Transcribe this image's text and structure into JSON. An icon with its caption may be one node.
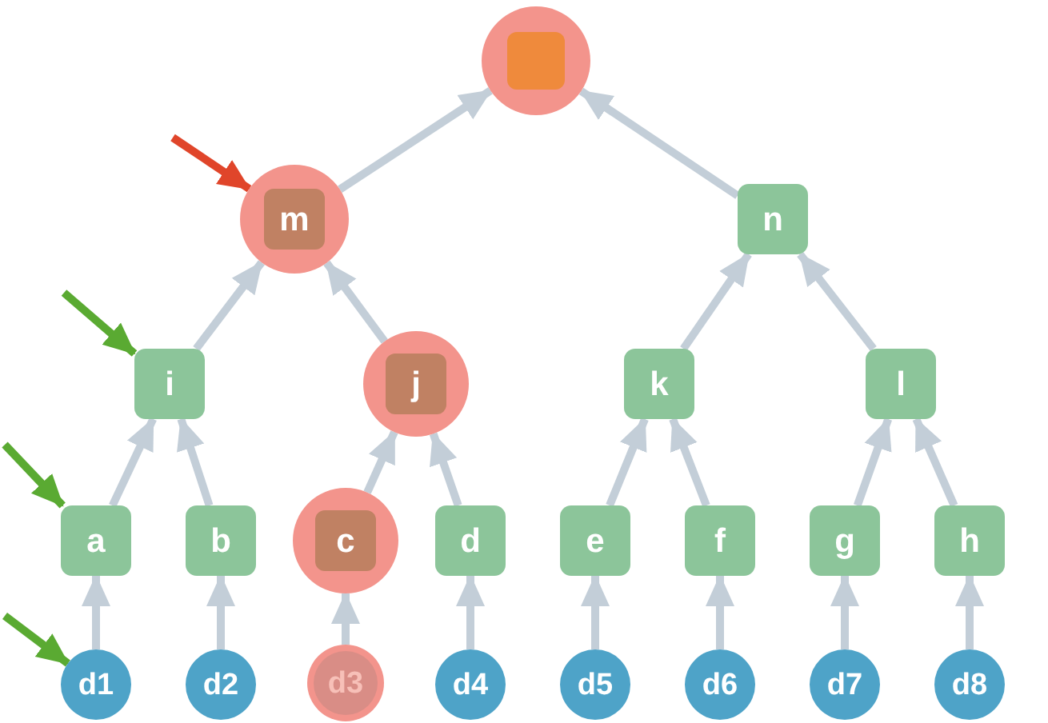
{
  "diagram": {
    "nodes": [
      {
        "text": [],
        "shape": "circle"
      },
      {
        "text": [],
        "shape": "box",
        "in": 0
      },
      {
        "text": [],
        "shape": "circle"
      },
      {
        "text": [
          "m"
        ],
        "in": 2
      },
      {
        "text": [
          "n"
        ]
      },
      {
        "text": [
          "i"
        ]
      },
      {
        "text": [],
        "shape": "circle"
      },
      {
        "text": [
          "j"
        ],
        "in": 6
      },
      {
        "text": [
          "k"
        ]
      },
      {
        "text": [
          "l"
        ]
      },
      {
        "text": [
          "a"
        ]
      },
      {
        "text": [
          "b"
        ]
      },
      {
        "text": [],
        "shape": "circle"
      },
      {
        "text": [
          "c"
        ],
        "in": 12
      },
      {
        "text": [
          "d"
        ]
      },
      {
        "text": [
          "e"
        ]
      },
      {
        "text": [
          "f"
        ]
      },
      {
        "text": [
          "g"
        ]
      },
      {
        "text": [
          "h"
        ]
      },
      {
        "text": [
          "d1"
        ]
      },
      {
        "text": [
          "d2"
        ]
      },
      {
        "text": [],
        "shape": "circle"
      },
      {
        "text": [
          "d3"
        ],
        "in": 21
      },
      {
        "text": [
          "d4"
        ]
      },
      {
        "text": [
          "d5"
        ]
      },
      {
        "text": [
          "d6"
        ]
      },
      {
        "text": [
          "d7"
        ]
      },
      {
        "text": [
          "d8"
        ]
      }
    ],
    "edges": [
      {
        "from": 3,
        "to": 1,
        "arrow": "to"
      },
      {
        "from": 4,
        "to": 1,
        "arrow": "to"
      },
      {
        "from": 5,
        "to": 3,
        "arrow": "to"
      },
      {
        "from": 7,
        "to": 3,
        "arrow": "to"
      },
      {
        "from": 8,
        "to": 4,
        "arrow": "to"
      },
      {
        "from": 9,
        "to": 4,
        "arrow": "to"
      },
      {
        "from": 10,
        "to": 5,
        "arrow": "to"
      },
      {
        "from": 11,
        "to": 5,
        "arrow": "to"
      },
      {
        "from": 13,
        "to": 7,
        "arrow": "to"
      },
      {
        "from": 14,
        "to": 7,
        "arrow": "to"
      },
      {
        "from": 15,
        "to": 8,
        "arrow": "to"
      },
      {
        "from": 16,
        "to": 8,
        "arrow": "to"
      },
      {
        "from": 17,
        "to": 9,
        "arrow": "to"
      },
      {
        "from": 18,
        "to": 9,
        "arrow": "to"
      },
      {
        "from": 19,
        "to": 10,
        "arrow": "to"
      },
      {
        "from": 20,
        "to": 11,
        "arrow": "to"
      },
      {
        "from": 22,
        "to": 13,
        "arrow": "to"
      },
      {
        "from": 23,
        "to": 14,
        "arrow": "to"
      },
      {
        "from": 24,
        "to": 15,
        "arrow": "to"
      },
      {
        "from": 25,
        "to": 16,
        "arrow": "to"
      },
      {
        "from": 26,
        "to": 17,
        "arrow": "to"
      },
      {
        "from": 27,
        "to": 18,
        "arrow": "to"
      },
      {
        "from": null,
        "to": 2,
        "arrow": "to",
        "color": "#e0452a"
      },
      {
        "from": null,
        "to": 5,
        "arrow": "to",
        "color": "#5aaa32"
      },
      {
        "from": null,
        "to": 10,
        "arrow": "to",
        "color": "#5aaa32"
      },
      {
        "from": null,
        "to": 19,
        "arrow": "to",
        "color": "#5aaa32"
      }
    ]
  }
}
